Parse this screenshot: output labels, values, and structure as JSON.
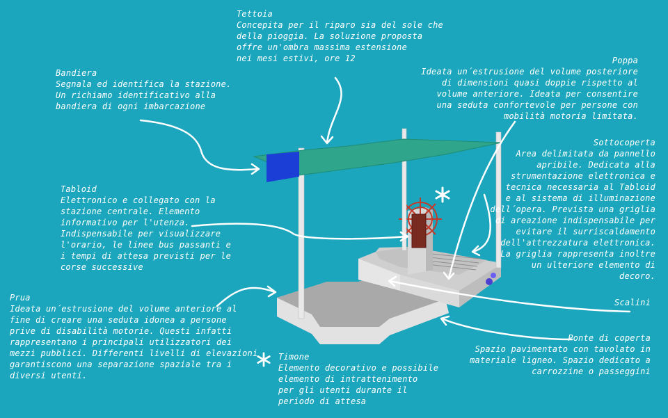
{
  "annotations": {
    "tettoia": {
      "title": "Tettoia",
      "text": "Concepita per il riparo sia del sole che\ndella pioggia. La soluzione proposta\noffre un'ombra massima estensione\nnei mesi estivi, ore 12"
    },
    "bandiera": {
      "title": "Bandiera",
      "text": "Segnala ed identifica la stazione.\nUn richiamo identificativo alla\nbandiera di ogni imbarcazione"
    },
    "poppa": {
      "title": "Poppa",
      "text": "Ideata un´estrusione del volume posteriore\ndi dimensioni quasi doppie rispetto al\nvolume anteriore. Ideata per consentire\nuna seduta confortevole per persone con\nmobilità motoria limitata."
    },
    "sottocoperta": {
      "title": "Sottocoperta",
      "text": "Area delimitata da pannello\napribile. Dedicata alla\nstrumentazione elettronica e\ntecnica necessaria al Tabloid\ne al sistema di illuminazione\ndell´opera. Prevista una griglia\ndi areazione indispensabile per\nevitare il surriscaldamento\ndell'attrezzatura elettronica.\nLa griglia rappresenta inoltre\nun ulteriore elemento di\ndecoro."
    },
    "tabloid": {
      "title": "Tabloid",
      "text": "Elettronico e collegato con la\nstazione centrale. Elemento\ninformativo per l'utenza.\nIndispensabile per visualizzare\nl'orario, le linee bus passanti e\ni tempi di attesa previsti per le\ncorse successive"
    },
    "prua": {
      "title": "Prua",
      "text": "Ideata un´estrusione del volume anteriore al\nfine di creare una seduta idonea a persone\nprive di disabilità motorie. Questi infatti\nrappresentano i principali utilizzatori dei\nmezzi pubblici. Differenti livelli di elevazioni\ngarantiscono una separazione spaziale tra i\ndiversi utenti."
    },
    "scalini": {
      "title": "Scalini"
    },
    "ponte": {
      "title": "Ponte di coperta",
      "text": "Spazio pavimentato con tavolato in\nmateriale ligneo. Spazio dedicato a\ncarrozzine o passeggini"
    },
    "timone": {
      "title": "Timone",
      "text": "Elemento decorativo e possibile\nelemento di intrattenimento\nper gli utenti durante il\nperiodo di attesa"
    }
  },
  "colors": {
    "background": "#1ba6bd",
    "canopy": "#2fa58c",
    "flag": "#1b3fd6",
    "hull": "#d2d2d2",
    "tabloid": "#7a2b1f",
    "text": "#ffffff"
  },
  "icons": [
    "asterisk-icon"
  ]
}
